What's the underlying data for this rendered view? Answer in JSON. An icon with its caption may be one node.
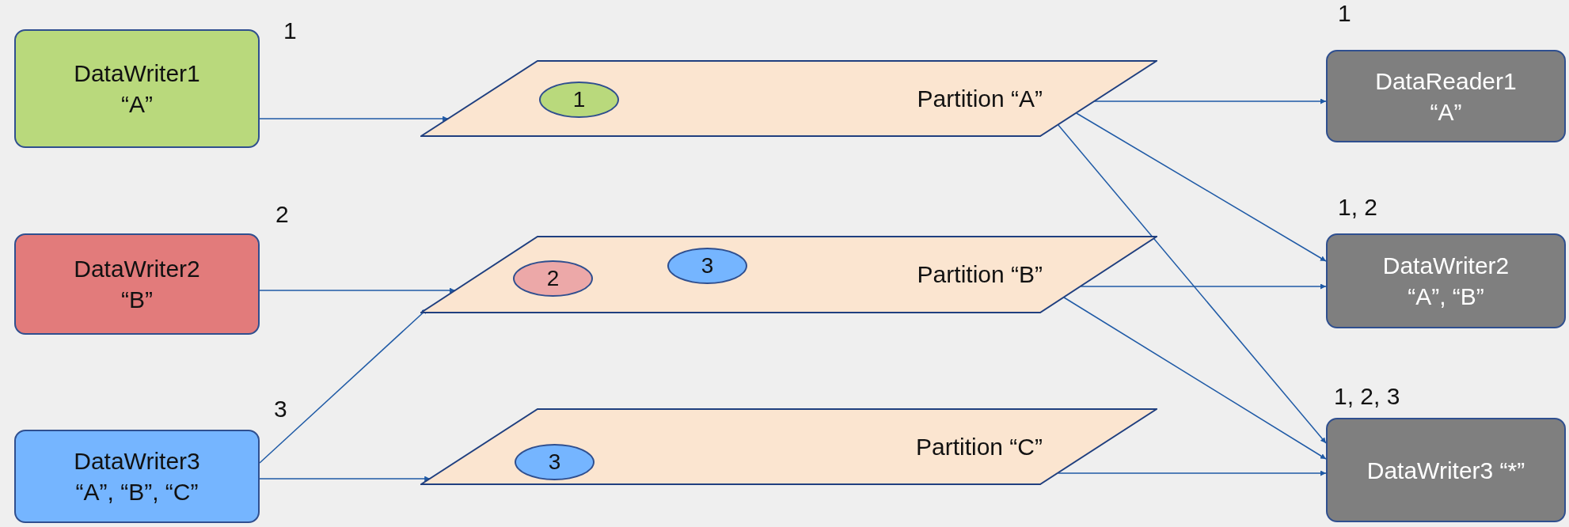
{
  "diagram": {
    "nodes": [
      {
        "text": [
          "DataWriter1 “A”"
        ],
        "beside": [
          "1"
        ]
      },
      {
        "text": [
          "DataWriter2 “B”"
        ],
        "beside": [
          "2"
        ]
      },
      {
        "text": [
          "DataWriter3 “A”, “B”, “C”"
        ],
        "beside": [
          "3"
        ]
      },
      {
        "text": [
          "Partition “A”"
        ]
      },
      {
        "text": [
          "1"
        ],
        "in": 3
      },
      {
        "text": [
          "Partition “B”"
        ]
      },
      {
        "text": [
          "2"
        ],
        "in": 5
      },
      {
        "text": [
          "3"
        ],
        "in": 5
      },
      {
        "text": [
          "Partition “C”"
        ]
      },
      {
        "text": [
          "3"
        ],
        "in": 8
      },
      {
        "text": [
          "DataReader1 “A”"
        ],
        "beside": [
          "1"
        ]
      },
      {
        "text": [
          "DataWriter2 “A”, “B”"
        ],
        "beside": [
          "1, 2"
        ]
      },
      {
        "text": [
          "DataWriter3 “*”"
        ],
        "beside": [
          "1, 2, 3"
        ]
      }
    ],
    "edges": [
      {
        "from": 0,
        "to": 3,
        "arrow": "to"
      },
      {
        "from": 1,
        "to": 5,
        "arrow": "to"
      },
      {
        "from": 2,
        "to": 5,
        "arrow": "to"
      },
      {
        "from": 2,
        "to": 8,
        "arrow": "to"
      },
      {
        "from": 3,
        "to": 10,
        "arrow": "to"
      },
      {
        "from": 3,
        "to": 11,
        "arrow": "to"
      },
      {
        "from": 3,
        "to": 12,
        "arrow": "to"
      },
      {
        "from": 5,
        "to": 11,
        "arrow": "to"
      },
      {
        "from": 5,
        "to": 12,
        "arrow": "to"
      },
      {
        "from": 8,
        "to": 12,
        "arrow": "to"
      }
    ]
  }
}
